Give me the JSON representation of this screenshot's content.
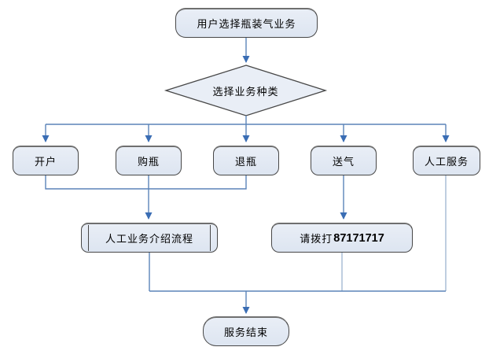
{
  "diagram": {
    "nodes": {
      "start": {
        "label": "用户选择瓶装气业务",
        "type": "terminator"
      },
      "decision": {
        "label": "选择业务种类",
        "type": "decision"
      },
      "options": [
        {
          "label": "开户"
        },
        {
          "label": "购瓶"
        },
        {
          "label": "退瓶"
        },
        {
          "label": "送气"
        },
        {
          "label": "人工服务"
        }
      ],
      "intro": {
        "label": "人工业务介绍流程",
        "type": "predefined-process"
      },
      "call": {
        "prefix": "请拨打",
        "number": "87171717"
      },
      "end": {
        "label": "服务结束",
        "type": "terminator"
      }
    },
    "colors": {
      "background": "#ffffff",
      "node_fill": "#e9eef6",
      "node_fill_bottom": "#dde5f1",
      "node_border": "#474747",
      "node_border_top": "#6f6f6f",
      "connector": "#5b84b8",
      "connector_light": "#94adcb",
      "arrowhead": "#3a6db4"
    }
  }
}
